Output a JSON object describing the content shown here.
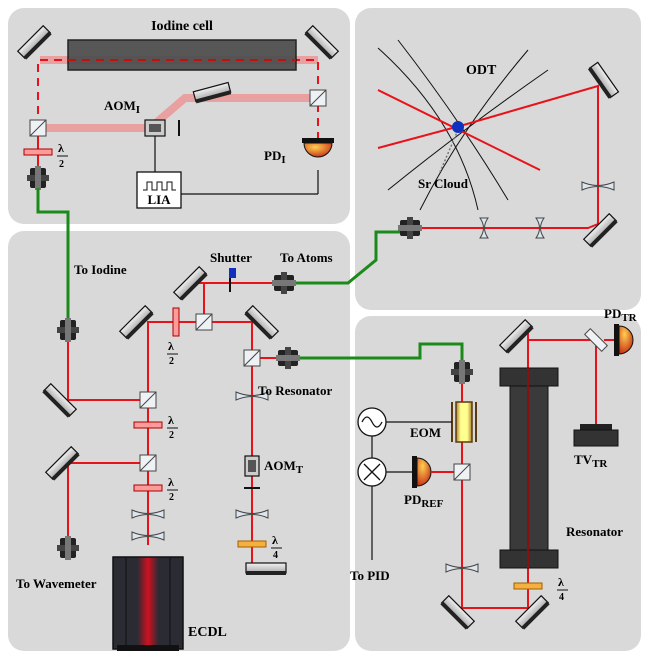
{
  "labels": {
    "iodine_cell": "Iodine cell",
    "aom_i": "AOM",
    "aom_i_sub": "I",
    "pd_i": "PD",
    "pd_i_sub": "I",
    "lia": "LIA",
    "odt": "ODT",
    "sr_cloud": "Sr Cloud",
    "to_iodine": "To Iodine",
    "shutter": "Shutter",
    "to_atoms": "To Atoms",
    "to_resonator": "To Resonator",
    "to_wavemeter": "To Wavemeter",
    "ecdl": "ECDL",
    "aom_t": "AOM",
    "aom_t_sub": "T",
    "eom": "EOM",
    "pd_ref": "PD",
    "pd_ref_sub": "REF",
    "to_pid": "To PID",
    "resonator": "Resonator",
    "pd_tr": "PD",
    "pd_tr_sub": "TR",
    "tv_tr": "TV",
    "tv_tr_sub": "TR",
    "lambda_sym": "λ",
    "half": "2",
    "quarter": "4"
  },
  "colors": {
    "beam": "#e8121a",
    "fiber": "#1a8a1a",
    "panel": "#d9d9d9",
    "ecdl_dark": "#2b2b33",
    "resonator_dark": "#333333",
    "iodine_cell": "#444444",
    "pd_orange": "#e07a10"
  }
}
